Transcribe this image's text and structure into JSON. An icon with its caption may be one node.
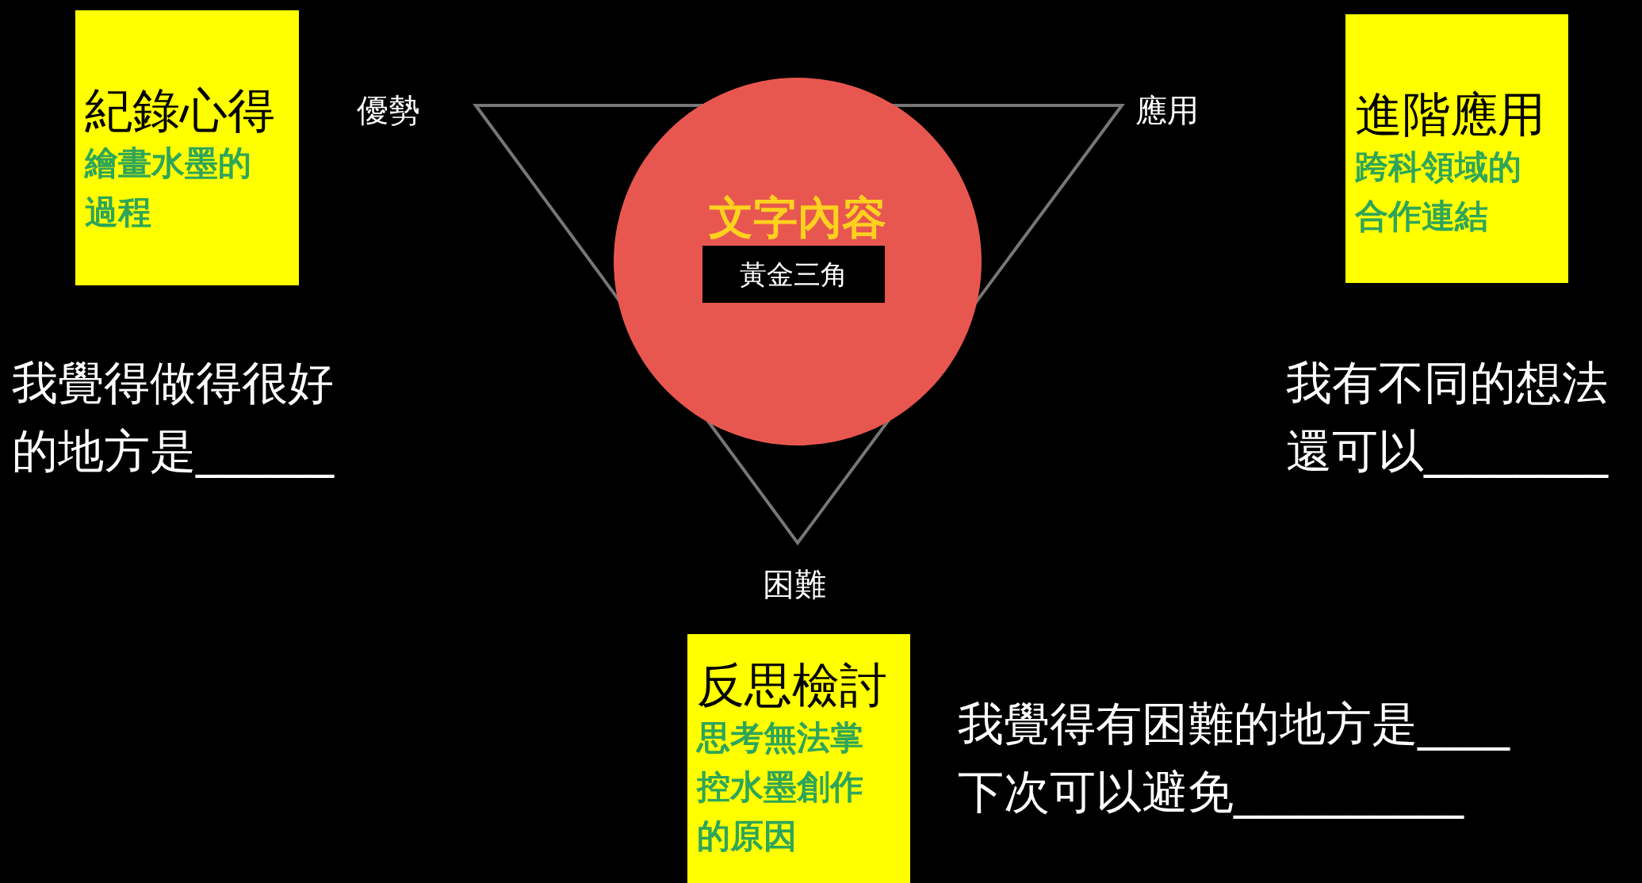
{
  "diagram": {
    "nodes": [
      {
        "text": [
          "紀錄心得",
          "繪畫水墨的過程"
        ]
      },
      {
        "text": [
          "進階應用",
          "跨科領域的合作連結"
        ]
      },
      {
        "text": [
          "文字內容"
        ]
      },
      {
        "text": [
          "黃金三角"
        ],
        "in": 2
      },
      {
        "text": [
          "反思檢討",
          "思考無法掌控水墨創作的原因"
        ]
      }
    ],
    "labels": [
      "優勢",
      "應用",
      "我覺得做得很好的地方是______",
      "我有不同的想法",
      "還可以________",
      "困難",
      "我覺得有困難的地方是____",
      "下次可以避免__________"
    ]
  }
}
